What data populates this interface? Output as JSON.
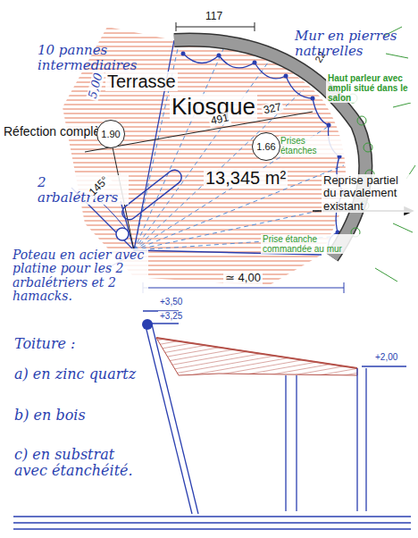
{
  "diagram": {
    "nodes": [
      {
        "text": [
          "1.90"
        ]
      },
      {
        "text": [
          "1.66"
        ]
      }
    ],
    "labels": [
      "117",
      "22",
      "Mur en pierres naturelles",
      "10 pannes intermediaires",
      "Haut parleur avec ampli situé dans le salon",
      "Terrasse",
      "Kiosque",
      "5,00",
      "Réfection complète",
      "491",
      "327",
      "Prises étanches",
      "13,345 m²",
      "Reprise partiel du ravalement existant",
      "2 arbalétriers",
      "145°",
      "Prise étanche commandée au mur",
      "≃ 4,00",
      "Poteau en acier avec platine pour les 2 arbalétriers et 2 hamacks.",
      "+3,50",
      "+3,25",
      "+2,00",
      "Toiture :",
      "a) en zinc quartz",
      "b) en bois",
      "c) en substrat avec étanchéité."
    ]
  }
}
